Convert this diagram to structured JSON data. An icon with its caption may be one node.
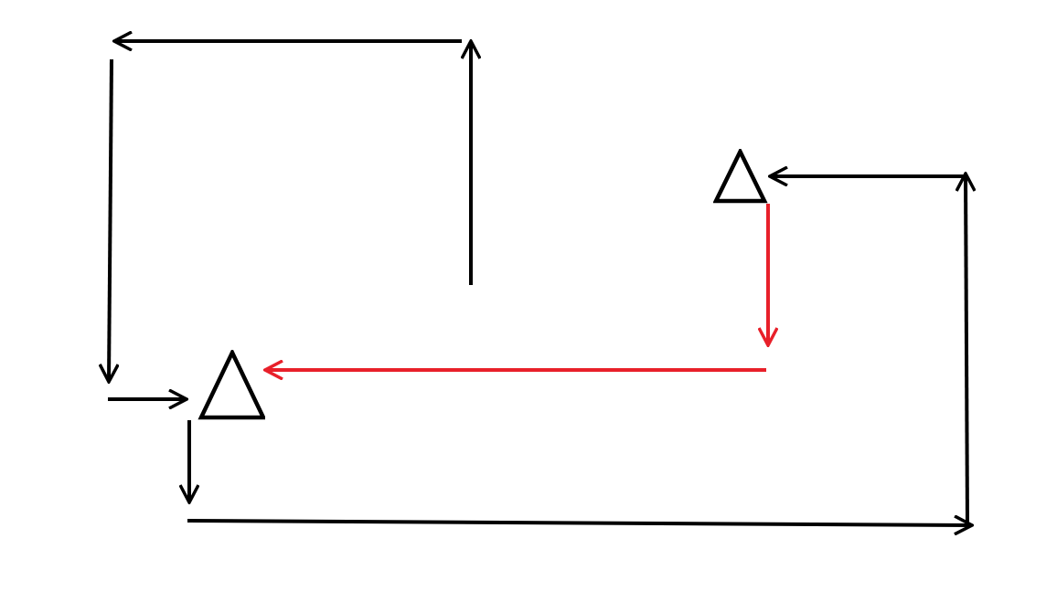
{
  "diagram": {
    "nodes": [
      {
        "text": [],
        "shape": "triangle"
      },
      {
        "text": [],
        "shape": "triangle"
      }
    ],
    "edges": [
      {
        "from": null,
        "to": 0,
        "arrow": "to"
      },
      {
        "from": 0,
        "to": null,
        "arrow": "to",
        "color": "#e8202a"
      },
      {
        "from": null,
        "to": 1,
        "arrow": "to",
        "color": "#e8202a"
      },
      {
        "from": null,
        "to": 1,
        "arrow": "to"
      },
      {
        "from": 1,
        "to": null,
        "arrow": "to"
      }
    ]
  }
}
